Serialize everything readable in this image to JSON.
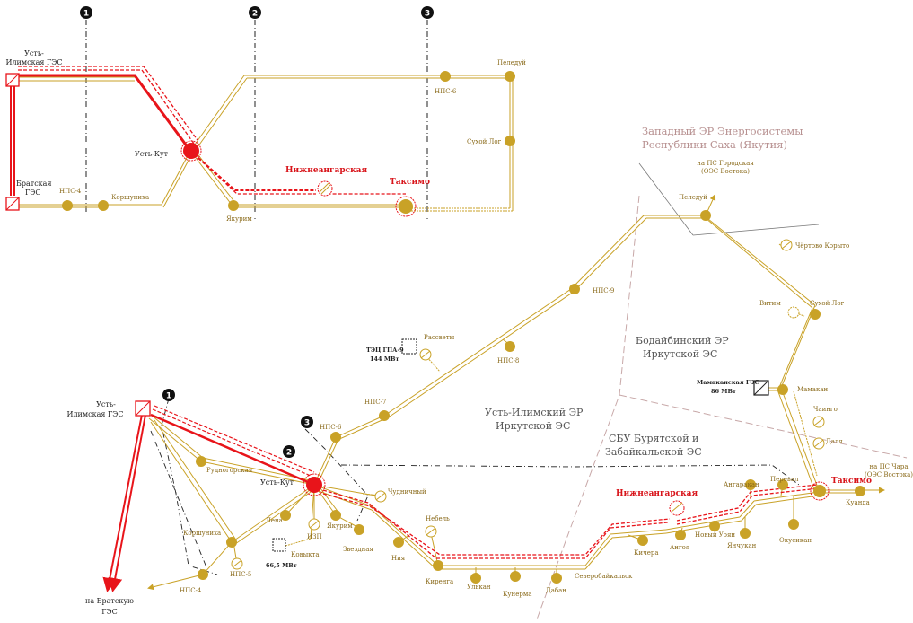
{
  "colors": {
    "line": "#c9a227",
    "node": "#c9a227",
    "red": "#e8141a",
    "dark": "#222222",
    "region_pink": "#b79090",
    "region_grey": "#555555"
  },
  "top": {
    "section_markers": [
      "1",
      "2",
      "3"
    ],
    "labels": {
      "ust_ilimsk_ges": "Усть-\nИлимская ГЭС",
      "bratsk_ges": "Братская\nГЭС",
      "ust_kut": "Усть-Кут",
      "nps4": "НПС-4",
      "korshunikha": "Коршуниха",
      "yakurim": "Якурим",
      "nizhneangarskaya": "Нижнеангарская",
      "taksimo": "Таксимо",
      "nps6": "НПС-6",
      "peleduy": "Пеледуй",
      "sukhoy_log": "Сухой Лог"
    }
  },
  "bottom": {
    "region_west_yakutia": [
      "Западный       ЭР       Энергосистемы",
      "Республики Саха (Якутия)"
    ],
    "region_bodaibo": [
      "Бодайбинский ЭР",
      "Иркутской ЭС"
    ],
    "region_ust_ilimsk": [
      "Усть-Илимский ЭР",
      "Иркутской ЭС"
    ],
    "region_sbu": [
      "СБУ Бурятской  и",
      "Забайкальской ЭС"
    ],
    "labels": {
      "ust_ilimsk_ges": [
        "Усть-",
        "Илимская ГЭС"
      ],
      "to_bratsk": [
        "на Братскую",
        "ГЭС"
      ],
      "ust_kut": "Усть-Кут",
      "rudnogorskaya": "Рудногорская",
      "korshunikha": "Коршуниха",
      "nps4": "НПС-4",
      "nps5": "НПС-5",
      "lena": "Лена",
      "izp": "ИЗП",
      "kovykta": "Ковыкта",
      "kovykta_mw": "66,5 МВт",
      "yakurim": "Якурим",
      "nps6": "НПС-6",
      "nps7": "НПС-7",
      "tec_gpa9": "ТЭЦ ГПА-9",
      "tec_mw": "144 МВт",
      "rassvety": "Рассветы",
      "nps8": "НПС-8",
      "nps9": "НПС-9",
      "peleduy": "Пеледуй",
      "to_gorodskaya": [
        "на ПС Городская",
        "(ОЭС Востока)"
      ],
      "chertovo_koryto": "Чёртово Корыто",
      "vitim": "Витим",
      "sukhoy_log": "Сухой Лог",
      "mamakan": "Мамакан",
      "mamakan_ges": "Мамаканская ГЭС",
      "mamakan_mw": "86 МВт",
      "chaingo": "Чаинго",
      "dalya": "Даля",
      "taksimo": "Таксимо",
      "to_chara": [
        "на ПС Чара",
        "(ОЭС Востока)"
      ],
      "kuanda": "Куанда",
      "nizhneangarskaya": "Нижнеангарская",
      "angarakan": "Ангаракан",
      "pereval": "Перевал",
      "okusikan": "Окусикан",
      "yanchukan": "Янчукан",
      "novy_uoyan": "Новый Уоян",
      "angoya": "Ангоя",
      "kichera": "Кичера",
      "severobaikalsk": "Северобайкальск",
      "dabán": "Дабан",
      "kunerma": "Кунерма",
      "ulkan": "Улькан",
      "kirenga": "Киренга",
      "niya": "Ния",
      "nebel": "Небель",
      "zvezdnaya": "Звездная",
      "chudnichny": "Чудничный"
    },
    "section_markers": [
      "1",
      "2",
      "3"
    ]
  }
}
